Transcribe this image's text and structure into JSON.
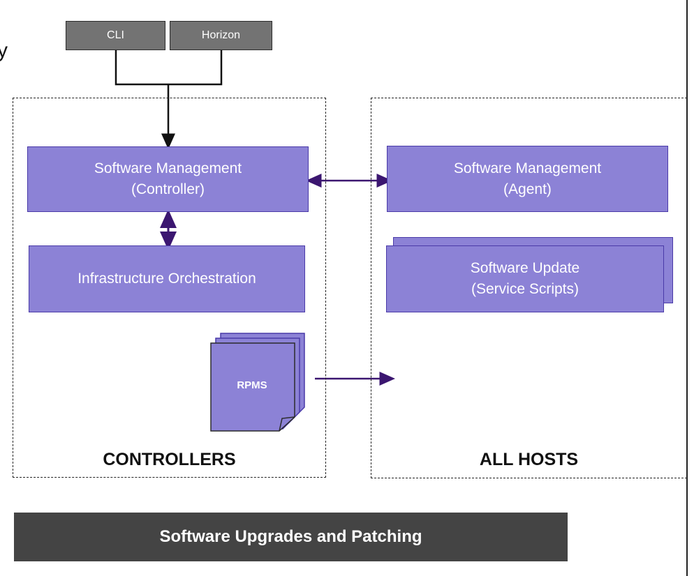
{
  "top_buttons": {
    "cli": "CLI",
    "horizon": "Horizon"
  },
  "stray_char": "y",
  "controllers": {
    "label": "CONTROLLERS",
    "software_management": "Software Management\n(Controller)",
    "infra_orchestration": "Infrastructure Orchestration",
    "rpms": "RPMS"
  },
  "hosts": {
    "label": "ALL HOSTS",
    "software_management": "Software Management\n(Agent)",
    "software_update": "Software Update\n(Service Scripts)"
  },
  "banner": "Software Upgrades and Patching",
  "colors": {
    "box_fill": "#8c82d6",
    "box_border": "#4a3aa8",
    "arrow": "#3b1670",
    "button_fill": "#737373",
    "banner_fill": "#444444"
  }
}
